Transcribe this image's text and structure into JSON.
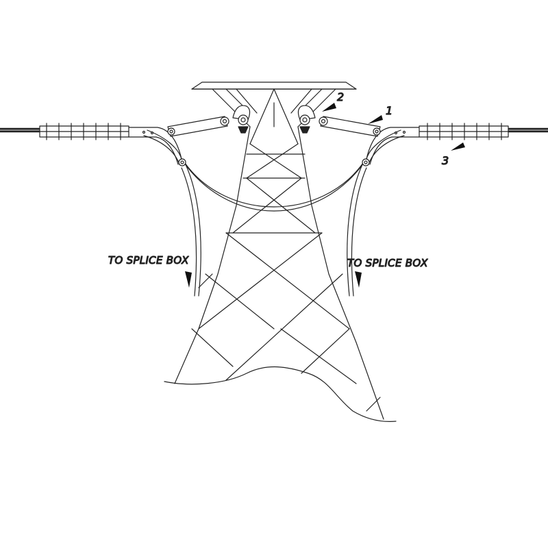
{
  "callouts": {
    "one": "1",
    "two": "2",
    "three": "3"
  },
  "splice_labels": {
    "left": "TO SPLICE BOX",
    "right": "TO SPLICE BOX"
  },
  "colors": {
    "line": "#222222",
    "background": "#ffffff"
  }
}
